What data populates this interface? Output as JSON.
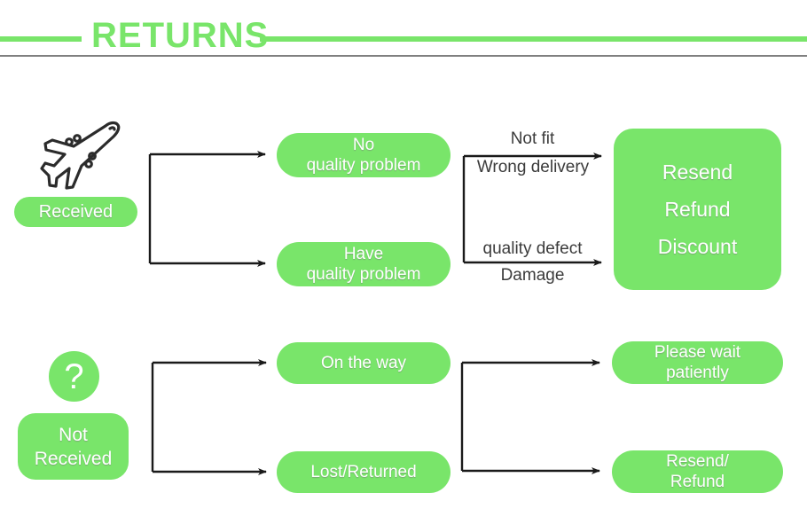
{
  "header": {
    "title": "RETURNS",
    "title_color": "#79e56a",
    "rule_color": "#79e56a",
    "baseline_color": "#808080"
  },
  "theme": {
    "green": "#79e56a",
    "node_text": "#ffffff",
    "connector": "#1a1a1a",
    "label_text": "#3b3b3b",
    "background": "#ffffff"
  },
  "flow": {
    "received_branch": {
      "source": {
        "icon": "airplane-icon",
        "label": "Received"
      },
      "stages": [
        {
          "label": "No\nquality problem",
          "line1": "No",
          "line2": "quality problem"
        },
        {
          "label": "Have\nquality problem",
          "line1": "Have",
          "line2": "quality problem"
        }
      ],
      "connector_labels": {
        "top_above": "Not fit",
        "top_below": "Wrong delivery",
        "bottom_above": "quality defect",
        "bottom_below": "Damage"
      },
      "outcome": {
        "lines": [
          "Resend",
          "Refund",
          "Discount"
        ]
      }
    },
    "not_received_branch": {
      "source": {
        "icon": "question-mark-icon",
        "line1": "Not",
        "line2": "Received"
      },
      "stages": [
        {
          "label": "On the way"
        },
        {
          "label": "Lost/Returned"
        }
      ],
      "outcomes": [
        {
          "line1": "Please wait",
          "line2": "patiently"
        },
        {
          "line1": "Resend/",
          "line2": "Refund"
        }
      ]
    }
  }
}
